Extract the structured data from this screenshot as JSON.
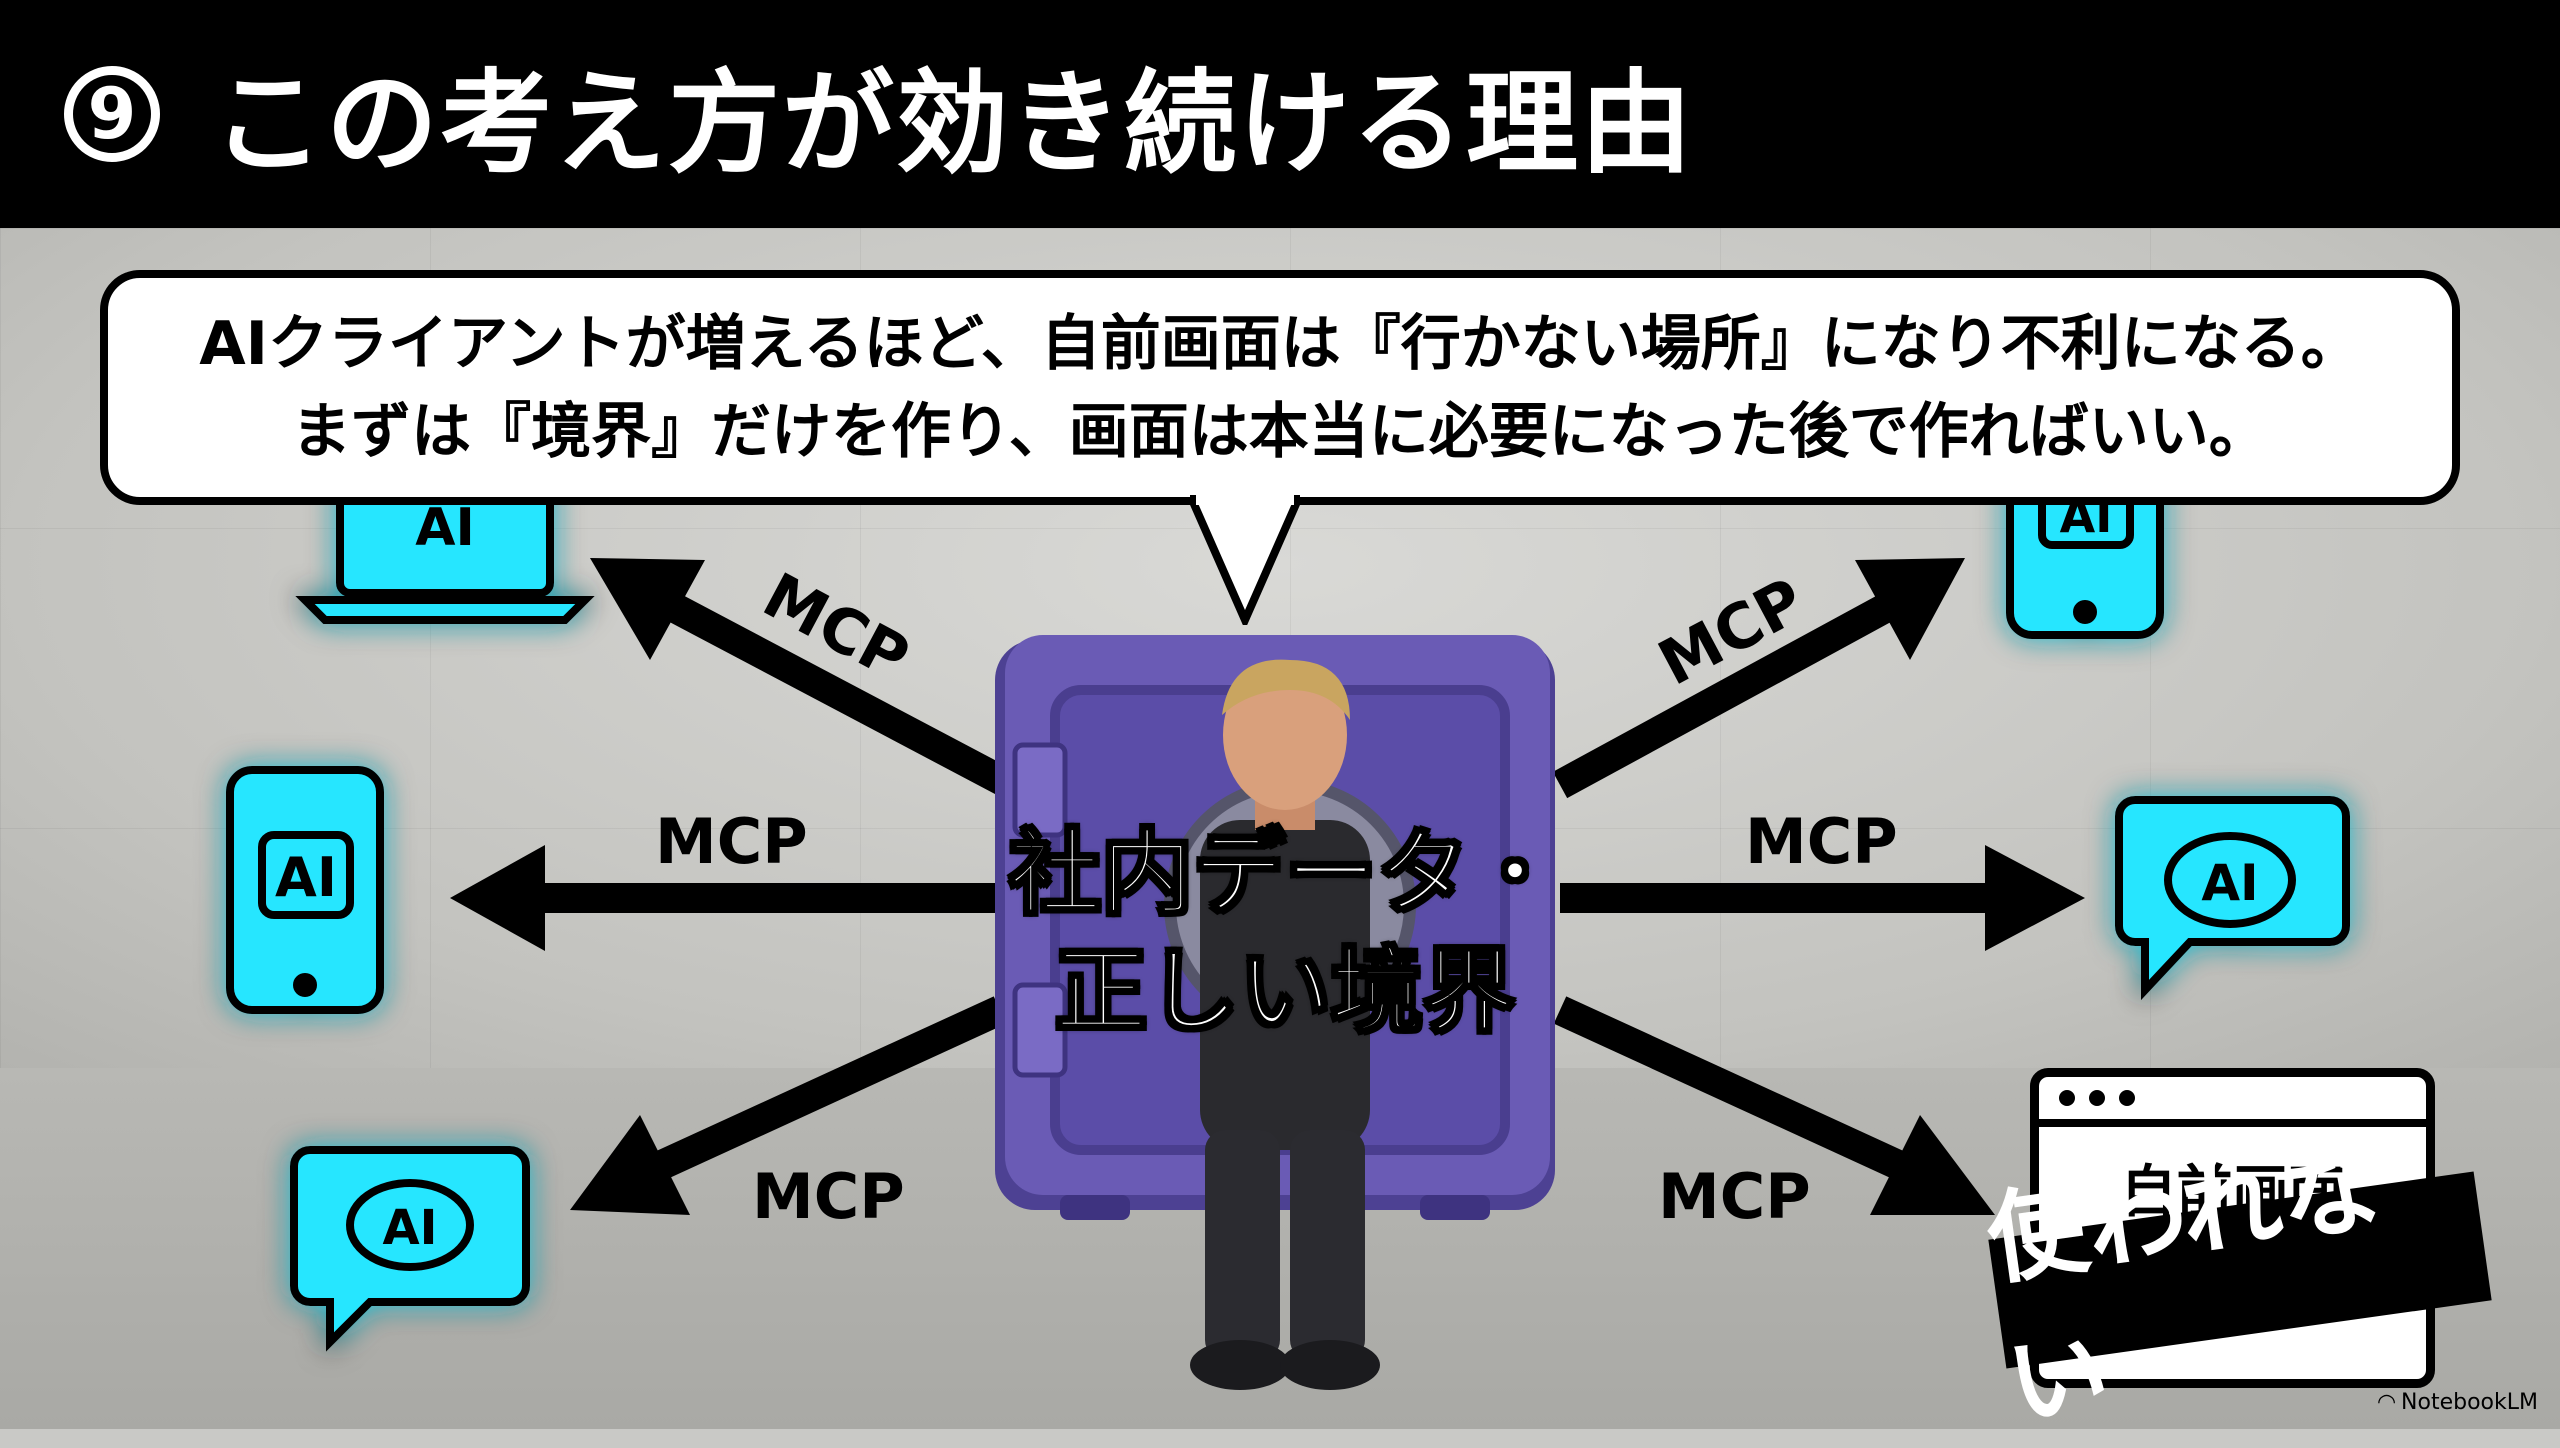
{
  "header": {
    "number": "9",
    "title": "この考え方が効き続ける理由"
  },
  "bubble": {
    "line1": "AIクライアントが増えるほど、自前画面は『行かない場所』になり不利になる。",
    "line2": "まずは『境界』だけを作り、画面は本当に必要になった後で作ればいい。"
  },
  "arrows": {
    "top_left": "MCP",
    "mid_left": "MCP",
    "bottom_left": "MCP",
    "top_right": "MCP",
    "mid_right": "MCP",
    "bottom_right": "MCP"
  },
  "safe": {
    "line1": "社内データ・",
    "line2": "正しい境界"
  },
  "icons": {
    "ai_text": "AI",
    "top_left": "laptop-ai-icon",
    "mid_left": "phone-ai-icon",
    "bottom_left": "chat-brain-ai-icon",
    "top_right": "phone-ai-icon",
    "mid_right": "chat-brain-ai-icon",
    "glow_color": "#28e6ff"
  },
  "browser": {
    "title": "自前画面",
    "stamp": "使われない"
  },
  "brand": "NotebookLM",
  "colors": {
    "safe": "#6a5bb5",
    "safe_dark": "#4d4193"
  }
}
